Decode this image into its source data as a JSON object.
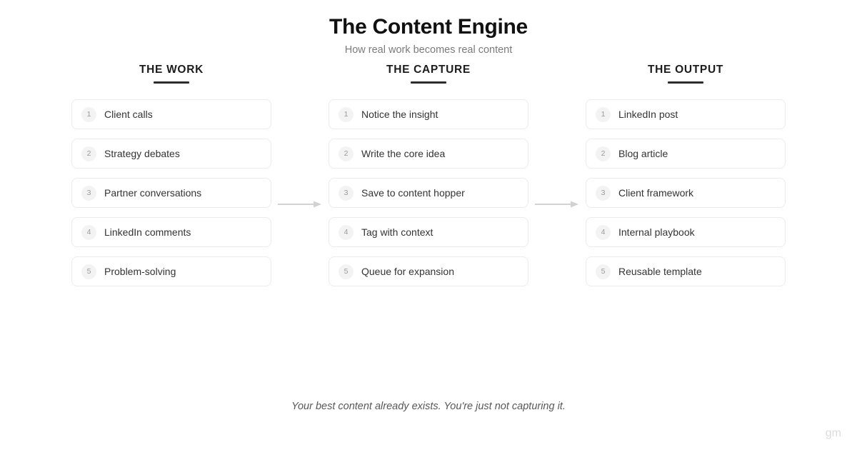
{
  "header": {
    "title": "The Content Engine",
    "subtitle": "How real work becomes real content"
  },
  "columns": [
    {
      "heading": "THE WORK",
      "items": [
        {
          "number": "1",
          "label": "Client calls"
        },
        {
          "number": "2",
          "label": "Strategy debates"
        },
        {
          "number": "3",
          "label": "Partner conversations"
        },
        {
          "number": "4",
          "label": "LinkedIn comments"
        },
        {
          "number": "5",
          "label": "Problem-solving"
        }
      ]
    },
    {
      "heading": "THE CAPTURE",
      "items": [
        {
          "number": "1",
          "label": "Notice the insight"
        },
        {
          "number": "2",
          "label": "Write the core idea"
        },
        {
          "number": "3",
          "label": "Save to content hopper"
        },
        {
          "number": "4",
          "label": "Tag with context"
        },
        {
          "number": "5",
          "label": "Queue for expansion"
        }
      ]
    },
    {
      "heading": "THE OUTPUT",
      "items": [
        {
          "number": "1",
          "label": "LinkedIn post"
        },
        {
          "number": "2",
          "label": "Blog article"
        },
        {
          "number": "3",
          "label": "Client framework"
        },
        {
          "number": "4",
          "label": "Internal playbook"
        },
        {
          "number": "5",
          "label": "Reusable template"
        }
      ]
    }
  ],
  "connectors": [
    {
      "icon": "arrow-right-icon"
    },
    {
      "icon": "arrow-right-icon"
    }
  ],
  "footer": {
    "note": "Your best content already exists. You're just not capturing it.",
    "watermark": "gm"
  },
  "colors": {
    "background": "#ffffff",
    "title": "#111111",
    "subtitle": "#7b7b7b",
    "heading": "#1c1c1c",
    "heading_rule": "#2b2b2b",
    "card_border": "#ececec",
    "badge_background": "#f3f3f3",
    "badge_text": "#9a9a9a",
    "card_text": "#333333",
    "arrow": "#d2d2d2",
    "footer_note": "#575757",
    "watermark": "#dcdcdc"
  }
}
